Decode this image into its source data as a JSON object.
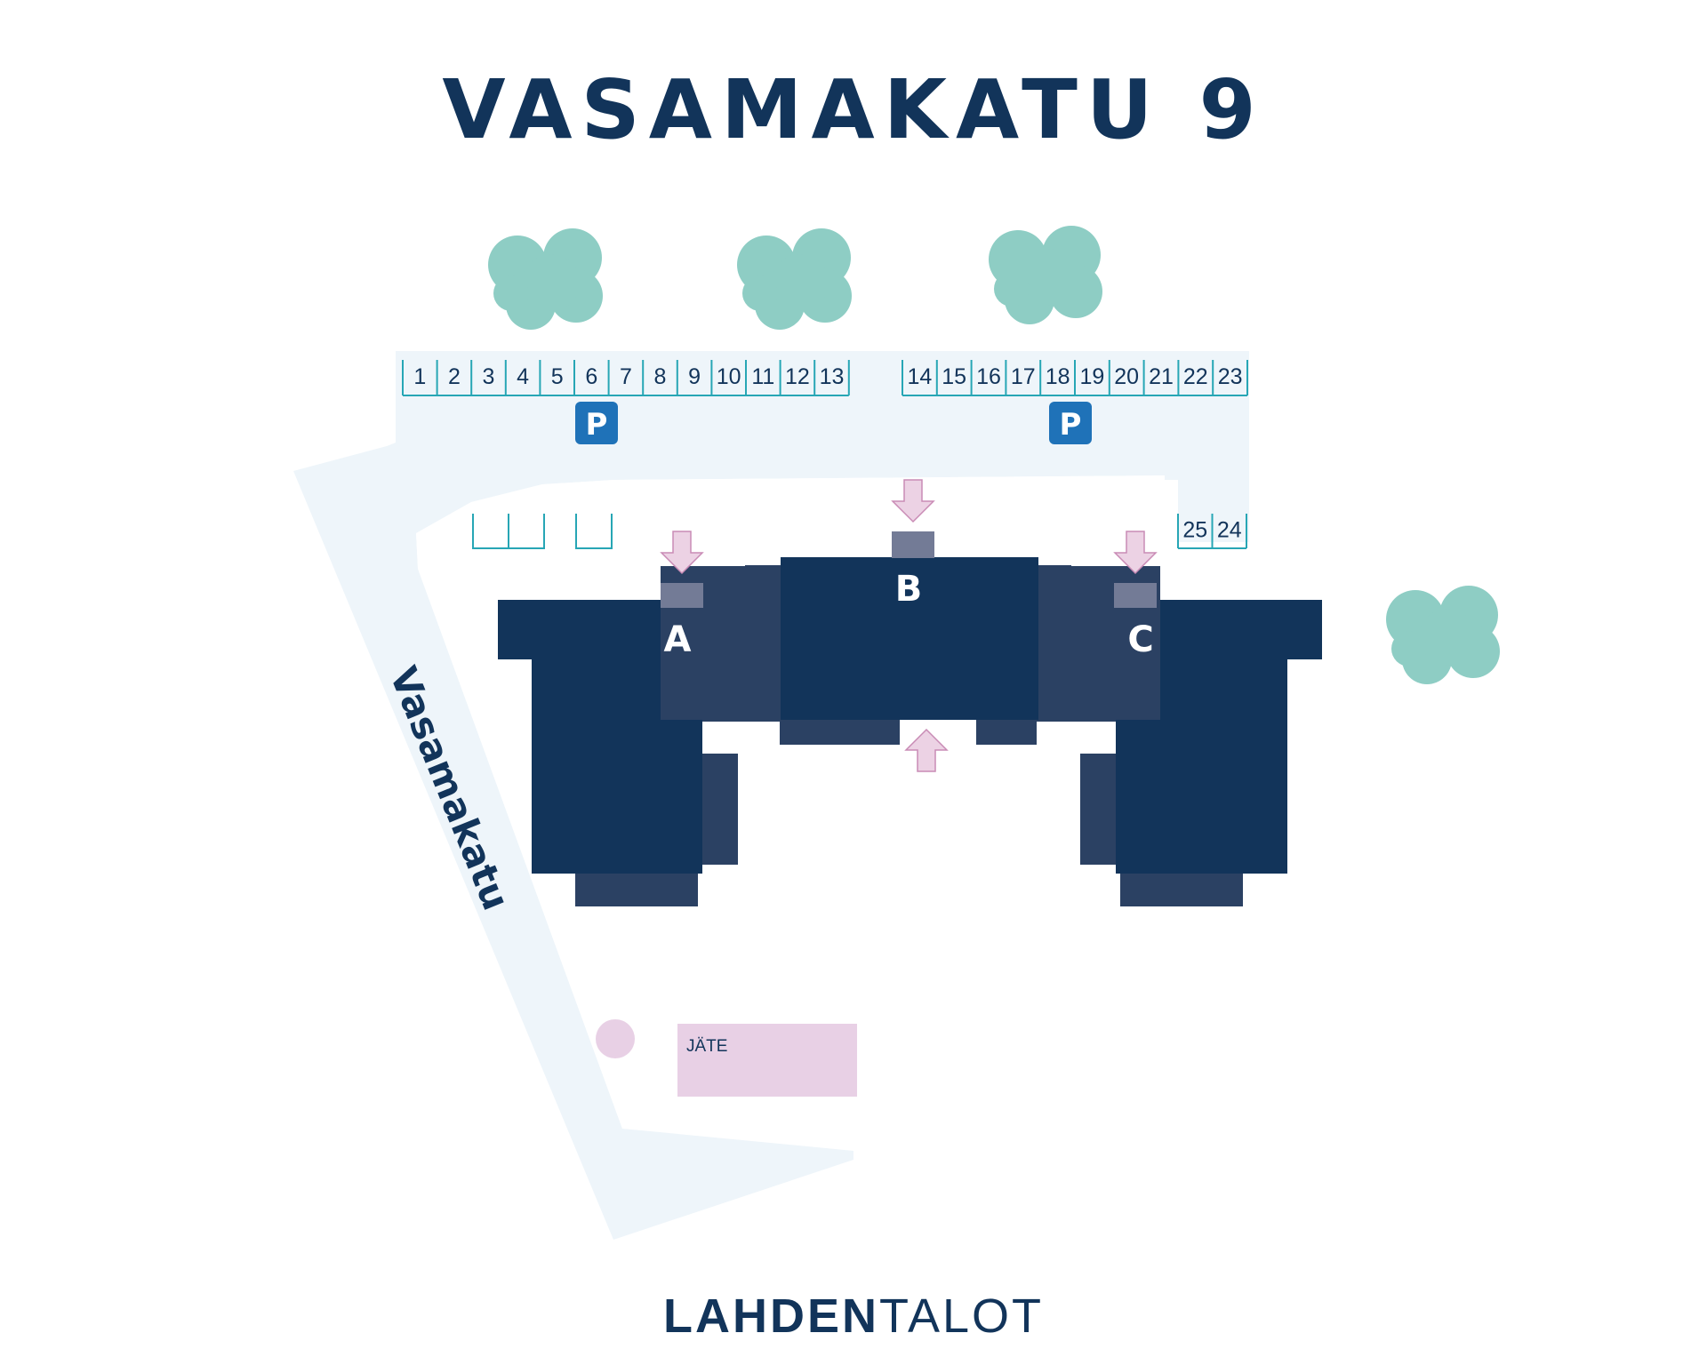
{
  "title": "VASAMAKATU 9",
  "street_name": "Vasamakatu",
  "buildings": {
    "a": "A",
    "b": "B",
    "c": "C"
  },
  "parking_symbol": "P",
  "waste_label": "JÄTE",
  "parking_spaces_top_left": [
    "1",
    "2",
    "3",
    "4",
    "5",
    "6",
    "7",
    "8",
    "9",
    "10",
    "11",
    "12",
    "13"
  ],
  "parking_spaces_top_right": [
    "14",
    "15",
    "16",
    "17",
    "18",
    "19",
    "20",
    "21",
    "22",
    "23"
  ],
  "parking_spaces_right_lower": [
    "25",
    "24"
  ],
  "logo": {
    "bold": "LAHDEN",
    "light": "TALOT"
  },
  "colors": {
    "building": "#12345a",
    "building_wing": "#2b4163",
    "entrance": "#737b96",
    "tree": "#8ecdc4",
    "road": "#eef5fa",
    "parking_line": "#27a6b5",
    "parking_sign": "#1f72b8",
    "arrow": "#ecd2e4",
    "waste": "#e8d0e5"
  }
}
